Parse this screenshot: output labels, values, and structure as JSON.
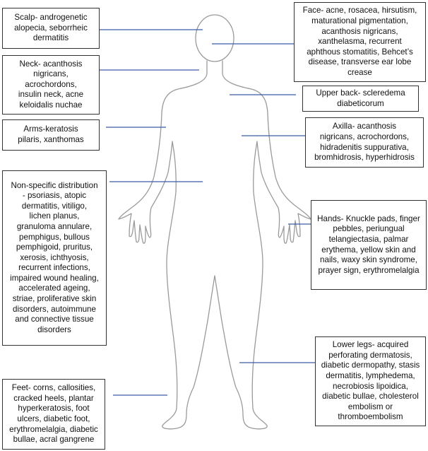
{
  "colors": {
    "leader_line": "#3b5ca8",
    "body_outline": "#9a9a9a",
    "box_border": "#333333"
  },
  "labels": {
    "scalp": "Scalp- androgenetic\nalopecia, seborrheic\ndermatitis",
    "neck": "Neck- acanthosis\nnigricans,\nacrochordons,\ninsulin neck, acne\nkeloidalis nuchae",
    "arms": "Arms-keratosis\npilaris, xanthomas",
    "non_specific": "Non-specific distribution\n- psoriasis, atopic\ndermatitis, vitiligo,\nlichen planus,\ngranuloma annulare,\npemphigus, bullous\npemphigoid, pruritus,\nxerosis, ichthyosis,\nrecurrent infections,\nimpaired wound healing,\naccelerated ageing,\nstriae, proliferative skin\ndisorders, autoimmune\nand connective tissue\ndisorders",
    "feet": "Feet- corns, callosities,\ncracked heels, plantar\nhyperkeratosis, foot\nulcers, diabetic foot,\nerythromelalgia, diabetic\nbullae, acral gangrene",
    "face": "Face- acne, rosacea, hirsutism,\nmaturational pigmentation,\nacanthosis nigricans,\nxanthelasma, recurrent\naphthous stomatitis, Behcet’s\ndisease, transverse ear lobe\ncrease",
    "upper_back": "Upper back- scleredema\ndiabeticorum",
    "axilla": "Axilla- acanthosis\nnigricans, acrochordons,\nhidradenitis suppurativa,\nbromhidrosis, hyperhidrosis",
    "hands": "Hands- Knuckle pads, finger\npebbles, periungual\ntelangiectasia, palmar\nerythema, yellow skin and\nnails, waxy skin syndrome,\nprayer sign, erythromelalgia",
    "lower_legs": "Lower legs- acquired\nperforating dermatosis,\ndiabetic dermopathy, stasis\ndermatitis, lymphedema,\nnecrobiosis lipoidica,\ndiabetic bullae, cholesterol\nembolism or\nthromboembolism"
  }
}
